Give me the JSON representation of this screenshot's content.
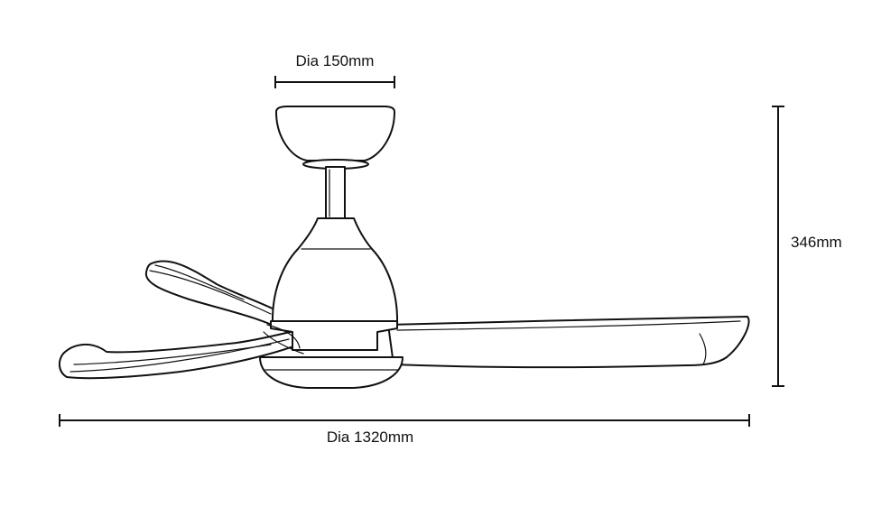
{
  "dimensions": {
    "canopy_diameter": "Dia 150mm",
    "fan_diameter": "Dia 1320mm",
    "height": "346mm"
  },
  "colors": {
    "line": "#111111",
    "background": "#ffffff"
  }
}
